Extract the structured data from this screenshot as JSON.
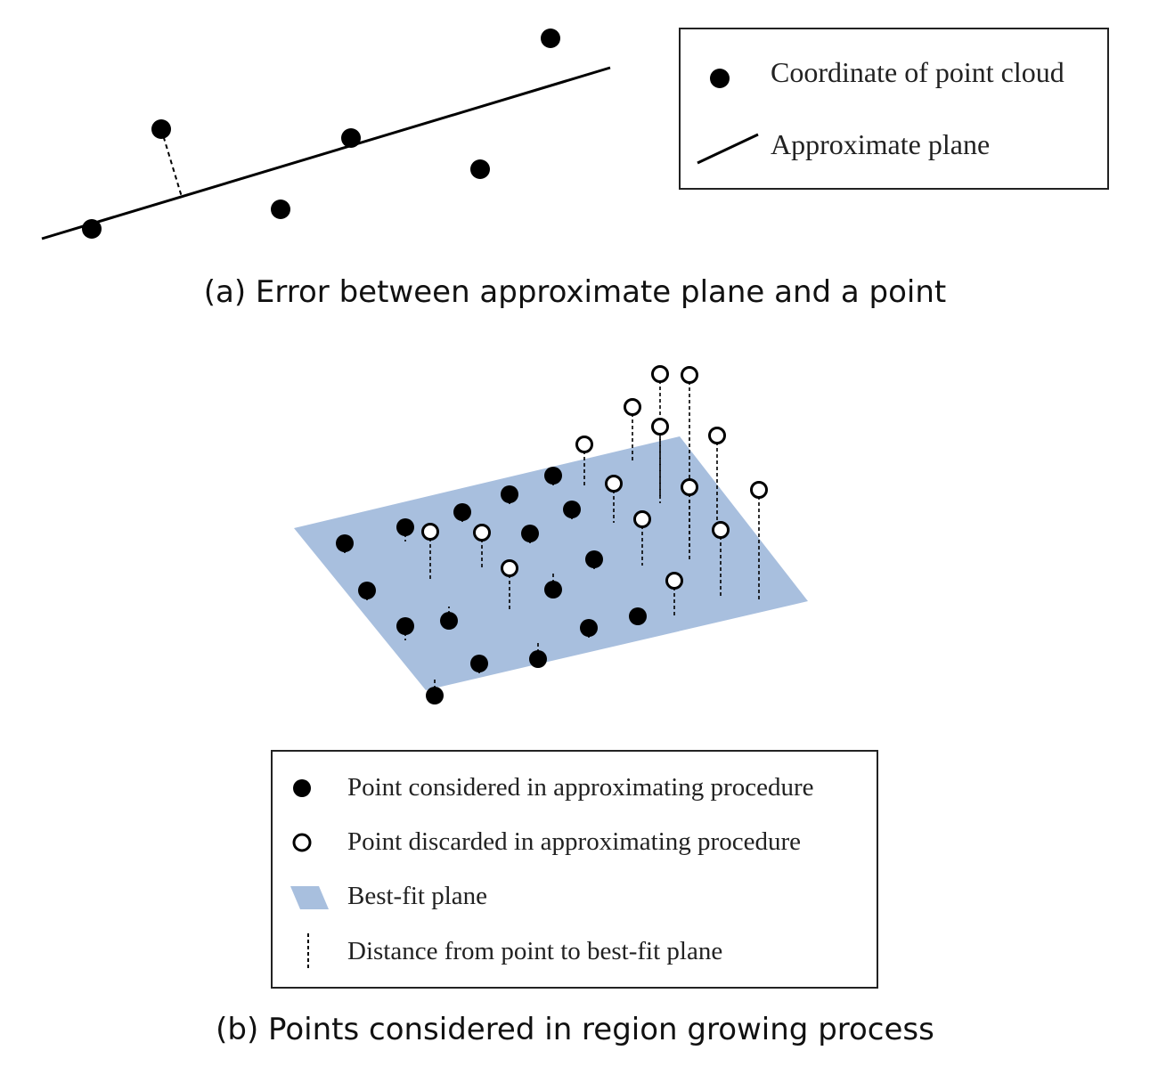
{
  "panel_a": {
    "caption": "(a) Error between approximate plane and a point",
    "legend": {
      "point_label": "Coordinate of point cloud",
      "line_label": "Approximate plane"
    },
    "colors": {
      "point": "#000000",
      "line": "#000000"
    }
  },
  "panel_b": {
    "caption": "(b) Points considered in region growing process",
    "legend": {
      "considered_label": "Point considered in approximating procedure",
      "discarded_label": "Point discarded in approximating procedure",
      "plane_label": "Best-fit plane",
      "distance_label": "Distance from point to best-fit plane"
    },
    "colors": {
      "plane": "#a8bfde",
      "considered": "#000000",
      "discarded": "#ffffff"
    }
  }
}
